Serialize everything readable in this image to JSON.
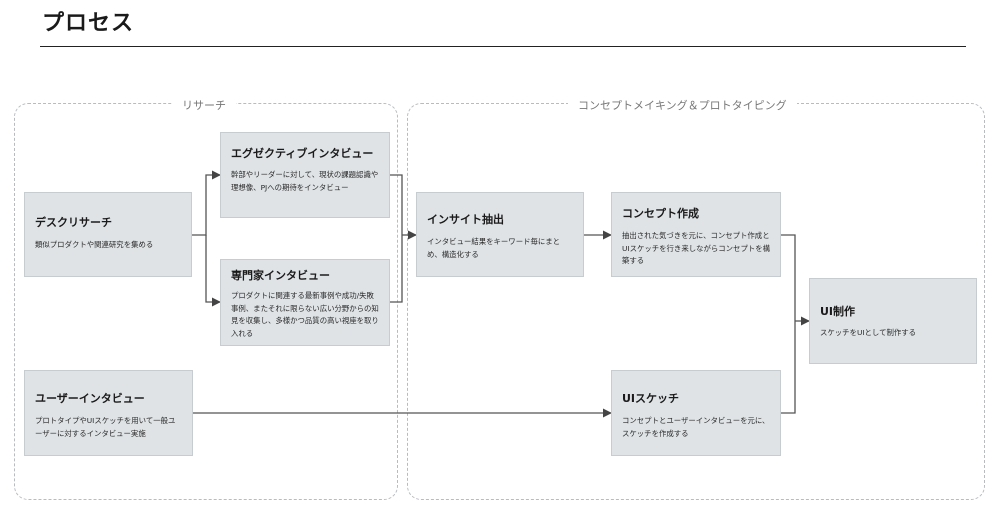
{
  "page": {
    "title": "プロセス"
  },
  "groups": {
    "research": {
      "label": "リサーチ"
    },
    "concept": {
      "label": "コンセプトメイキング＆プロトタイピング"
    }
  },
  "nodes": {
    "desk_research": {
      "title": "デスクリサーチ",
      "desc": "類似プロダクトや関連研究を集める"
    },
    "exec_interview": {
      "title": "エグゼクティブインタビュー",
      "desc": "幹部やリーダーに対して、現状の課題認識や理想像、PJへの期待をインタビュー"
    },
    "expert_interview": {
      "title": "専門家インタビュー",
      "desc": "プロダクトに関連する最新事例や成功/失敗事例、またそれに限らない広い分野からの知見を収集し、多様かつ品質の高い視座を取り入れる"
    },
    "user_interview": {
      "title": "ユーザーインタビュー",
      "desc": "プロトタイプやUIスケッチを用いて一般ユーザーに対するインタビュー実施"
    },
    "insight": {
      "title": "インサイト抽出",
      "desc": "インタビュー結果をキーワード毎にまとめ、構造化する"
    },
    "concept_make": {
      "title": "コンセプト作成",
      "desc": "抽出された気づきを元に、コンセプト作成とUIスケッチを行き来しながらコンセプトを構築する"
    },
    "ui_sketch": {
      "title": "UIスケッチ",
      "desc": "コンセプトとユーザーインタビューを元に、スケッチを作成する"
    },
    "ui_production": {
      "title": "UI制作",
      "desc": "スケッチをUIとして制作する"
    }
  }
}
